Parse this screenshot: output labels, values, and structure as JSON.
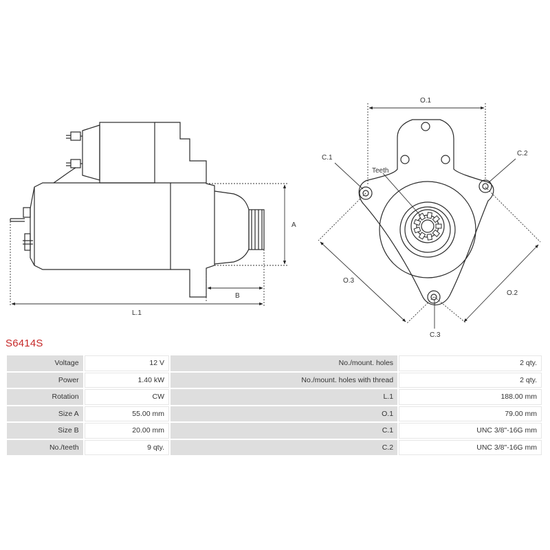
{
  "part_code": "S6414S",
  "labels": {
    "l1": "L.1",
    "a": "A",
    "b": "B",
    "o1": "O.1",
    "o2": "O.2",
    "o3": "O.3",
    "c1": "C.1",
    "c2": "C.2",
    "c3": "C.3",
    "teeth": "Teeth"
  },
  "specs": [
    {
      "label": "Voltage",
      "value": "12 V",
      "label2": "No./mount. holes",
      "value2": "2 qty."
    },
    {
      "label": "Power",
      "value": "1.40 kW",
      "label2": "No./mount. holes with thread",
      "value2": "2 qty."
    },
    {
      "label": "Rotation",
      "value": "CW",
      "label2": "L.1",
      "value2": "188.00 mm"
    },
    {
      "label": "Size A",
      "value": "55.00 mm",
      "label2": "O.1",
      "value2": "79.00 mm"
    },
    {
      "label": "Size B",
      "value": "20.00 mm",
      "label2": "C.1",
      "value2": "UNC 3/8\"-16G mm"
    },
    {
      "label": "No./teeth",
      "value": "9 qty.",
      "label2": "C.2",
      "value2": "UNC 3/8\"-16G mm"
    }
  ]
}
